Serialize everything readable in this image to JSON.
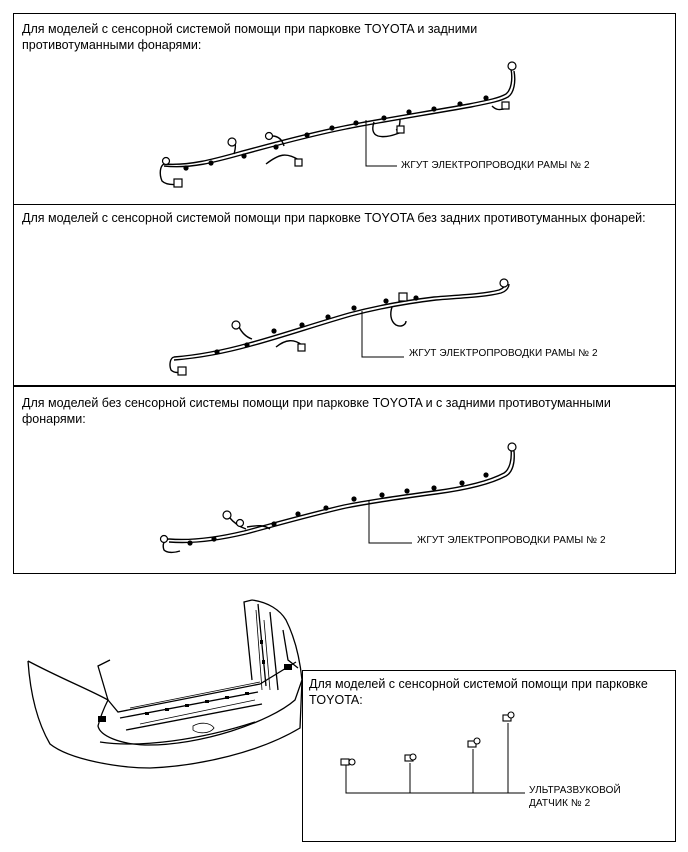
{
  "sections": [
    {
      "caption": "Для моделей с сенсорной системой помощи при парковке TOYOTA и задними противотуманными фонарями:",
      "callout": "ЖГУТ ЭЛЕКТРОПРОВОДКИ РАМЫ № 2"
    },
    {
      "caption": "Для моделей с сенсорной системой помощи при парковке TOYOTA без задних противотуманных фонарей:",
      "callout": "ЖГУТ ЭЛЕКТРОПРОВОДКИ РАМЫ № 2"
    },
    {
      "caption": "Для моделей без сенсорной системы помощи при парковке TOYOTA и с задними противотуманными фонарями:",
      "callout": "ЖГУТ ЭЛЕКТРОПРОВОДКИ РАМЫ № 2"
    }
  ],
  "sensor_panel": {
    "caption": "Для моделей с сенсорной системой помощи при парковке TOYOTA:",
    "callout_line1": "УЛЬТРАЗВУКОВОЙ",
    "callout_line2": "ДАТЧИК № 2"
  }
}
